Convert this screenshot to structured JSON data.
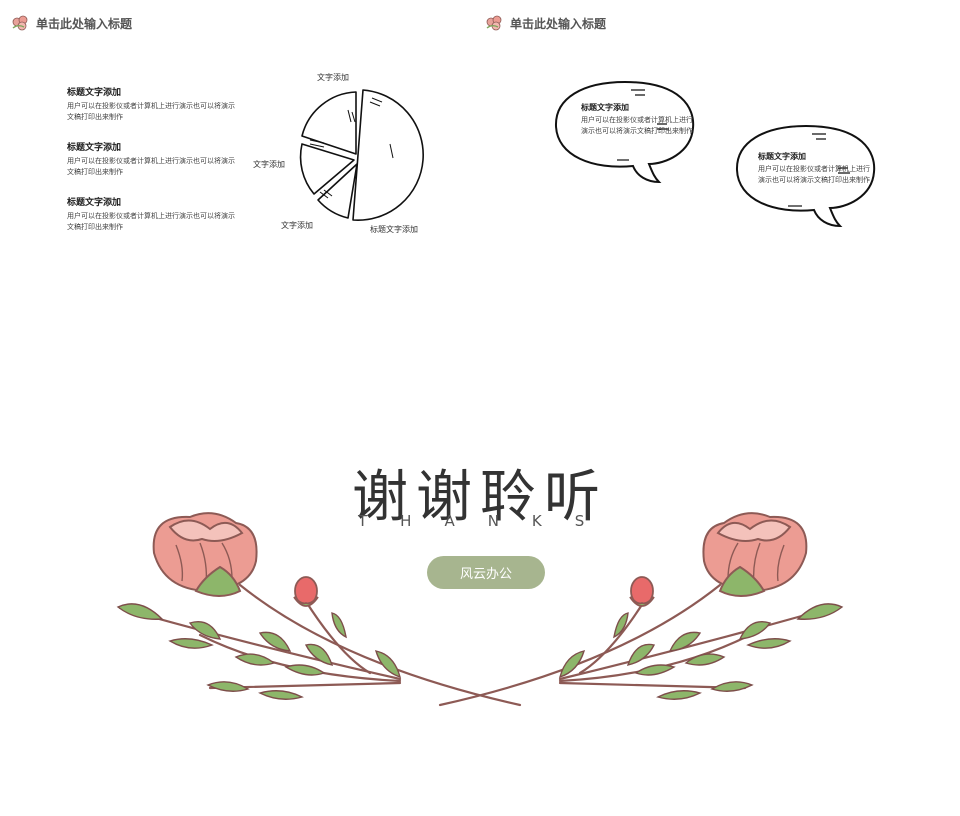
{
  "slide_top_left": {
    "header_title": "单击此处输入标题",
    "items": [
      {
        "title": "标题文字添加",
        "body": "用户可以在投影仪或者计算机上进行演示也可以将演示文稿打印出来制作"
      },
      {
        "title": "标题文字添加",
        "body": "用户可以在投影仪或者计算机上进行演示也可以将演示文稿打印出来制作"
      },
      {
        "title": "标题文字添加",
        "body": "用户可以在投影仪或者计算机上进行演示也可以将演示文稿打印出来制作"
      }
    ],
    "pie_labels": [
      "文字添加",
      "文字添加",
      "文字添加",
      "标题文字添加"
    ]
  },
  "slide_top_right": {
    "header_title": "单击此处输入标题",
    "bubbles": [
      {
        "title": "标题文字添加",
        "body": "用户可以在投影仪或者计算机上进行演示也可以将演示文稿打印出来制作"
      },
      {
        "title": "标题文字添加",
        "body": "用户可以在投影仪或者计算机上进行演示也可以将演示文稿打印出来制作"
      }
    ]
  },
  "slide_thanks": {
    "title": "谢谢聆听",
    "subtitle": "THANKS",
    "button_label": "风云办公"
  },
  "colors": {
    "accent_green": "#a7b58f",
    "petal_pink": "#ec9c93",
    "stem_brown": "#8d5a55",
    "leaf_green": "#8db66a"
  }
}
